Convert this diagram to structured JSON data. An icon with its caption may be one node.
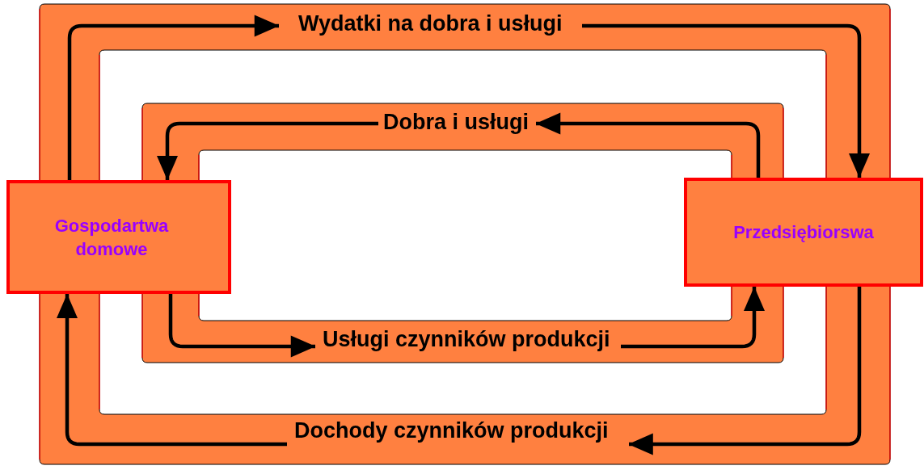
{
  "diagram": {
    "nodes": [
      {
        "text": [
          "Gospodartwa domowe"
        ]
      },
      {
        "text": [
          "Przedsiębiorswa"
        ]
      }
    ],
    "edges": [
      {
        "from": 0,
        "to": 1,
        "arrow": "to",
        "label": "Wydatki na dobra i usługi"
      },
      {
        "from": 1,
        "to": 0,
        "arrow": "to",
        "label": "Dobra i usługi"
      },
      {
        "from": 0,
        "to": 1,
        "arrow": "to",
        "label": "Usługi czynników produkcji"
      },
      {
        "from": 1,
        "to": 0,
        "arrow": "to",
        "label": "Dochody czynników produkcji"
      }
    ]
  }
}
